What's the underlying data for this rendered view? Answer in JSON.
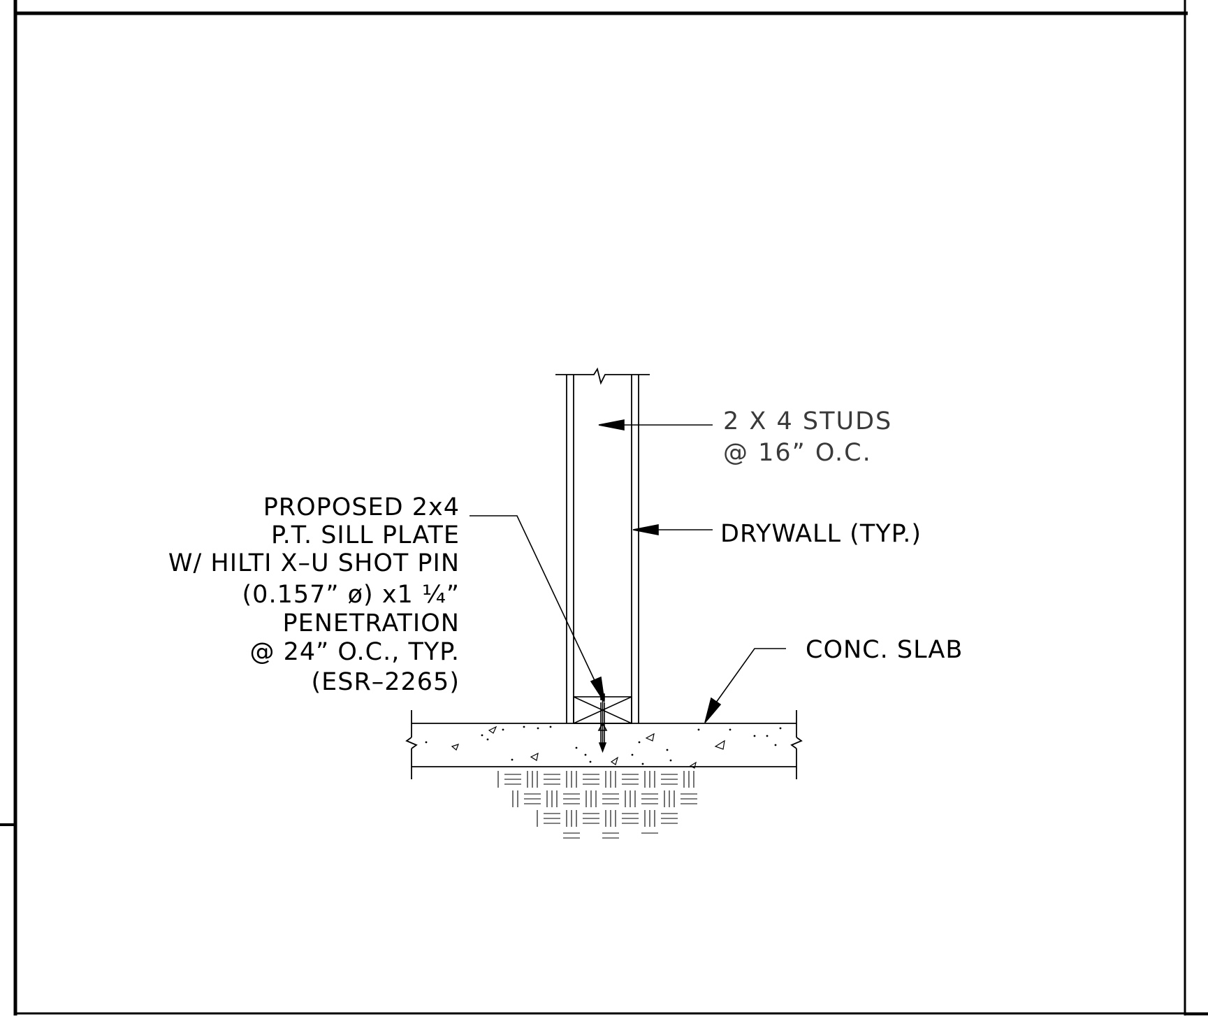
{
  "detail": {
    "labels": {
      "studs": [
        "2 X 4 STUDS",
        "@ 16” O.C."
      ],
      "drywall": "DRYWALL (TYP.)",
      "slab": "CONC. SLAB",
      "sill_plate": [
        "PROPOSED 2x4",
        "P.T. SILL PLATE",
        "W/ HILTI X–U SHOT PIN",
        "(0.157” ø) x1 ¼”",
        "PENETRATION",
        "@ 24” O.C., TYP.",
        "(ESR–2265)"
      ]
    },
    "colors": {
      "line": "#000000",
      "soft_text": "#3a3a3a",
      "paper": "#ffffff"
    }
  }
}
